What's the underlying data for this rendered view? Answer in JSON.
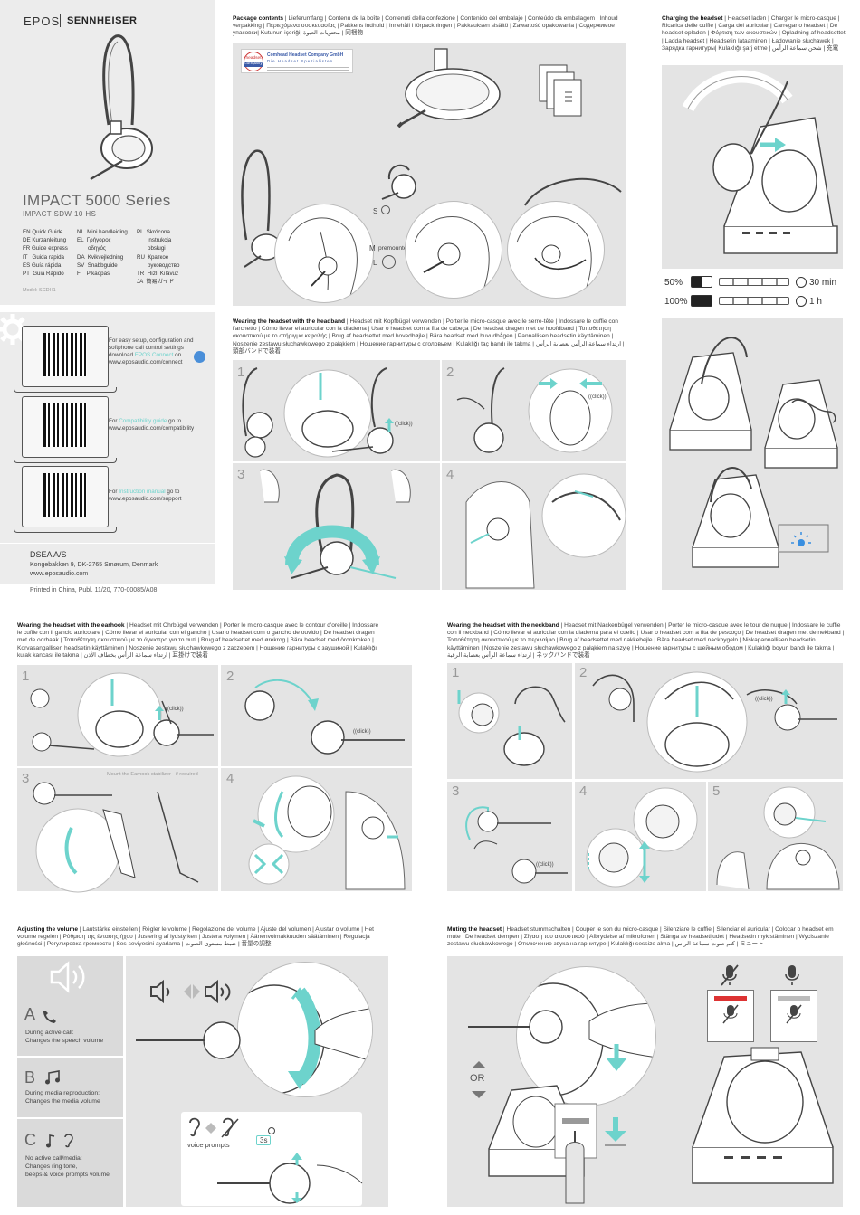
{
  "cover": {
    "brand_left": "EPOS",
    "brand_right": "SENNHEISER",
    "title": "IMPACT 5000 Series",
    "subtitle": "IMPACT SDW 10 HS",
    "langs_col1": "EN Quick Guide\nDE Kurzanleitung\nFR Guide express\nIT   Guida rapida\nES Guía rápida\nPT  Guia Rápido",
    "langs_col2": "NL  Mini handleiding\nEL  Γρήγορος\n       οδηγός\nDA  Kvikvejledning\nSV  Snabbguide\nFI   Pikaopas",
    "langs_col3": "PL  Skrócona\n       instrukcja\n       obsługi\nRU  Краткое\n       руководство\nTR  Hızlı Kılavuz\nJA  簡易ガイド",
    "model": "Model: SCDH1"
  },
  "qr": {
    "connect_pre": "For easy setup, configuration and softphone call control settings download",
    "connect_link": "EPOS Connect",
    "connect_post": "on www.eposaudio.com/connect",
    "compat_pre": "For",
    "compat_link": "Compatibility guide",
    "compat_post": "go to www.eposaudio.com/compatibility",
    "manual_pre": "For",
    "manual_link": "Instruction manual",
    "manual_post": "go to www.eposaudio.com/support"
  },
  "company": {
    "name": "DSEA A/S",
    "address": "Kongebakken 9, DK-2765 Smørum, Denmark",
    "web": "www.eposaudio.com",
    "printed": "Printed in China, Publ. 11/20, 770-00085/A08"
  },
  "package": {
    "head_bold": "Package contents",
    "head_rest": " | Lieferumfang | Contenu de la boîte | Contenuti della confezione | Contenido del embalaje | Conteúdo da embalagem | Inhoud verpakking | Περιεχόμενα συσκευασίας | Pakkens indhold | Innehåll i förpackningen | Pakkauksen sisältö | Zawartość opakowania | Содержимое упаковки| Kutunun içeriği| محتويات العبوة | 同梱物",
    "label_s": "S",
    "label_m": "M",
    "label_premounted": "premounted",
    "label_l": "L",
    "sticker_company": "Comhead Headset Company GmbH",
    "sticker_tag": "Die Headset Spezialisten",
    "sticker_logo1": "headset",
    "sticker_logo2": "company"
  },
  "charging": {
    "head_bold": "Charging the headset",
    "head_rest": " | Headset laden | Charger le micro-casque | Ricarica delle cuffie | Carga del auricular | Carregar o headset | De headset opladen | Φόρτιση των ακουστικών | Opladning af headsettet | Ladda headset | Headsetin lataaminen | Ładowanie słuchawek | Зарядка гарнитуры| Kulaklığı şarj etme | شحن سماعة الرأس | 充電",
    "pct50": "50%",
    "pct100": "100%",
    "time30": "30 min",
    "time1h": "1 h"
  },
  "headband": {
    "head_bold": "Wearing the headset with the headband",
    "head_rest": " | Headset mit Kopfbügel verwenden | Porter le micro-casque avec le serre-tête | Indossare le cuffie con l'archetto | Cómo llevar el auricular con la diadema | Usar o headset com a fita de cabeça | De headset dragen met de hoofdband | Τοποθέτηση ακουστικού με το στήριγμα κεφαλής | Brug af headsettet med hovedbøjle | Bära headset med huvudbågen | Pannallisen headsetin käyttäminen | Noszenie zestawu słuchawkowego z pałąkiem | Ношение гарнитуры с оголовьем | Kulaklığı taç bandı ile takma | ارتداء سماعة الرأس بعصابة الرأس | 頭部バンドで装着",
    "n1": "1",
    "n2": "2",
    "n3": "3",
    "n4": "4",
    "click": "((click))"
  },
  "earhook": {
    "head_bold": "Wearing the headset with the earhook",
    "head_rest": " | Headset mit Ohrbügel verwenden | Porter le micro-casque avec le contour d'oreille | Indossare le cuffie con il gancio auricolare | Cómo llevar el auricular con el gancho | Usar o headset com o gancho de ouvido | De headset dragen met de oorhaak | Τοποθέτηση ακουστικού με το άγκιστρο για το αυτί | Brug af headsettet med ørekrog | Bära headset med öronkroken | Korvasangallisen headsetin käyttäminen | Noszenie zestawu słuchawkowego z zaczepem | Ношение гарнитуры с заушиной | Kulaklığı kulak kancası ile takma | ارتداء سماعة الرأس بخطاف الأذن | 耳掛けで装着",
    "n1": "1",
    "n2": "2",
    "n3": "3",
    "n4": "4",
    "click": "((click))",
    "note": "Mount the Earhook stabilizer - if required"
  },
  "neckband": {
    "head_bold": "Wearing the headset with the neckband",
    "head_rest": " | Headset mit Nackenbügel verwenden | Porter le micro-casque avec le tour de nuque | Indossare le cuffie con il neckband | Cómo llevar el auricular con la diadema para el cuello | Usar o headset com a fita de pescoço | De headset dragen met de nekband | Τοποθέτηση ακουστικού με το περιλαίμιο | Brug af headsettet med nakkebøjle | Bära headset med nackbygeln | Niskapannallisen headsetin käyttäminen | Noszenie zestawu słuchawkowego z pałąkiem na szyję | Ношение гарнитуры с шейным ободом | Kulaklığı boyun bandı ile takma | ارتداء سماعة الرأس بعصابة الرقبة | ネックバンドで装着",
    "n1": "1",
    "n2": "2",
    "n3": "3",
    "n4": "4",
    "n5": "5",
    "click": "((click))"
  },
  "volume": {
    "head_bold": "Adjusting the volume",
    "head_rest": " | Lautstärke einstellen | Régler le volume | Regolazione del volume | Ajuste del volumen | Ajustar o volume | Het volume regelen | Ρύθμιση της έντασης ήχου | Justering af lydstyrken | Justera volymen | Äänenvoimakkuuden säätäminen | Regulacja głośności | Регулировка громкости | Ses seviyesini ayarlama | ضبط مستوى الصوت | 音量の調整",
    "a": "A",
    "a_line1": "During active call:",
    "a_line2": "Changes the speech volume",
    "b": "B",
    "b_line1": "During media reproduction:",
    "b_line2": "Changes the media volume",
    "c": "C",
    "c_line1": "No active call/media:",
    "c_line2": "Changes ring tone,",
    "c_line3": "beeps & voice prompts volume",
    "voice_prompts": "voice prompts",
    "three_s": "3s"
  },
  "mute": {
    "head_bold": "Muting the headset",
    "head_rest": " | Headset stummschalten | Couper le son du micro-casque | Silenziare le cuffie | Silenciar el auricular | Colocar o headset em mute | De headset dempen | Σίγαση του ακουστικού | Afbrydelse af mikrofonen | Stänga av headsetljudet | Headsetin mykistäminen | Wyciszanie zestawu słuchawkowego | Отключение звука на гарнитуре | Kulaklığı sessize alma | كتم صوت سماعة الرأس | ミュート",
    "or": "OR"
  }
}
